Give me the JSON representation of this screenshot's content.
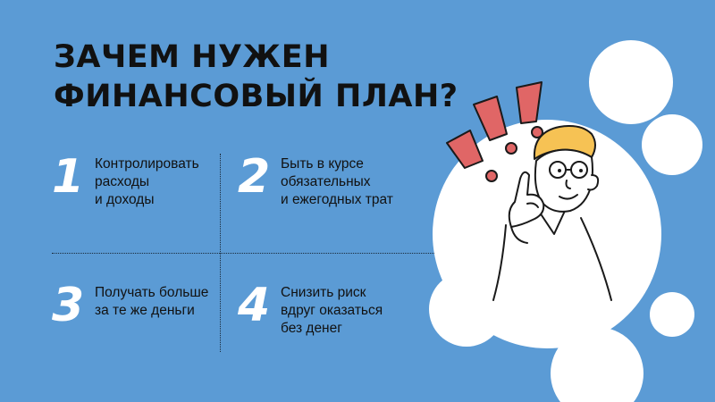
{
  "title": {
    "line1": "ЗАЧЕМ НУЖЕН",
    "line2": "ФИНАНСОВЫЙ ПЛАН?"
  },
  "items": [
    {
      "number": "1",
      "lines": [
        "Контролировать",
        "расходы",
        "и доходы"
      ]
    },
    {
      "number": "2",
      "lines": [
        "Быть в курсе",
        "обязательных",
        "и ежегодных трат"
      ]
    },
    {
      "number": "3",
      "lines": [
        "Получать больше",
        "за те же деньги"
      ]
    },
    {
      "number": "4",
      "lines": [
        "Снизить риск",
        "вдруг оказаться",
        "без денег"
      ]
    }
  ],
  "colors": {
    "background": "#5b9bd5",
    "bubble": "#ffffff",
    "exclamation": "#e06666",
    "hair": "#f6c254",
    "ink": "#1a1a1a"
  },
  "illustration": {
    "icon": "thinking-man-with-exclamation-marks-icon"
  }
}
